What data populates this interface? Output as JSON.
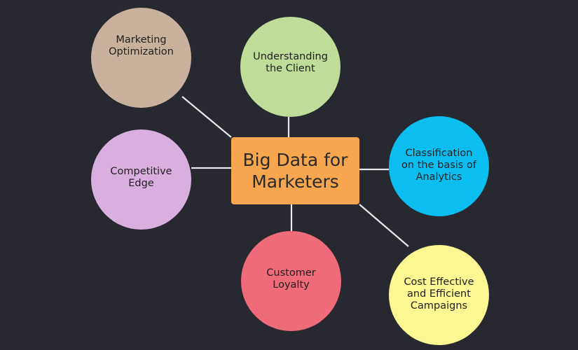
{
  "center": {
    "label": "Big Data for\nMarketers",
    "color": "#f5a64f"
  },
  "nodes": {
    "marketing_optimization": {
      "label": "Marketing\nOptimization",
      "color": "#c8b29d"
    },
    "understanding_client": {
      "label": "Understanding\nthe Client",
      "color": "#bfdc98"
    },
    "classification": {
      "label": "Classification\non the basis of\nAnalytics",
      "color": "#0cbdef"
    },
    "competitive_edge": {
      "label": "Competitive\nEdge",
      "color": "#d8afdd"
    },
    "customer_loyalty": {
      "label": "Customer\nLoyalty",
      "color": "#ef6b7a"
    },
    "cost_effective": {
      "label": "Cost Effective\nand Efficient\nCampaigns",
      "color": "#fbf792"
    }
  },
  "connector_color": "#e8e8e8",
  "background_color": "#282831"
}
